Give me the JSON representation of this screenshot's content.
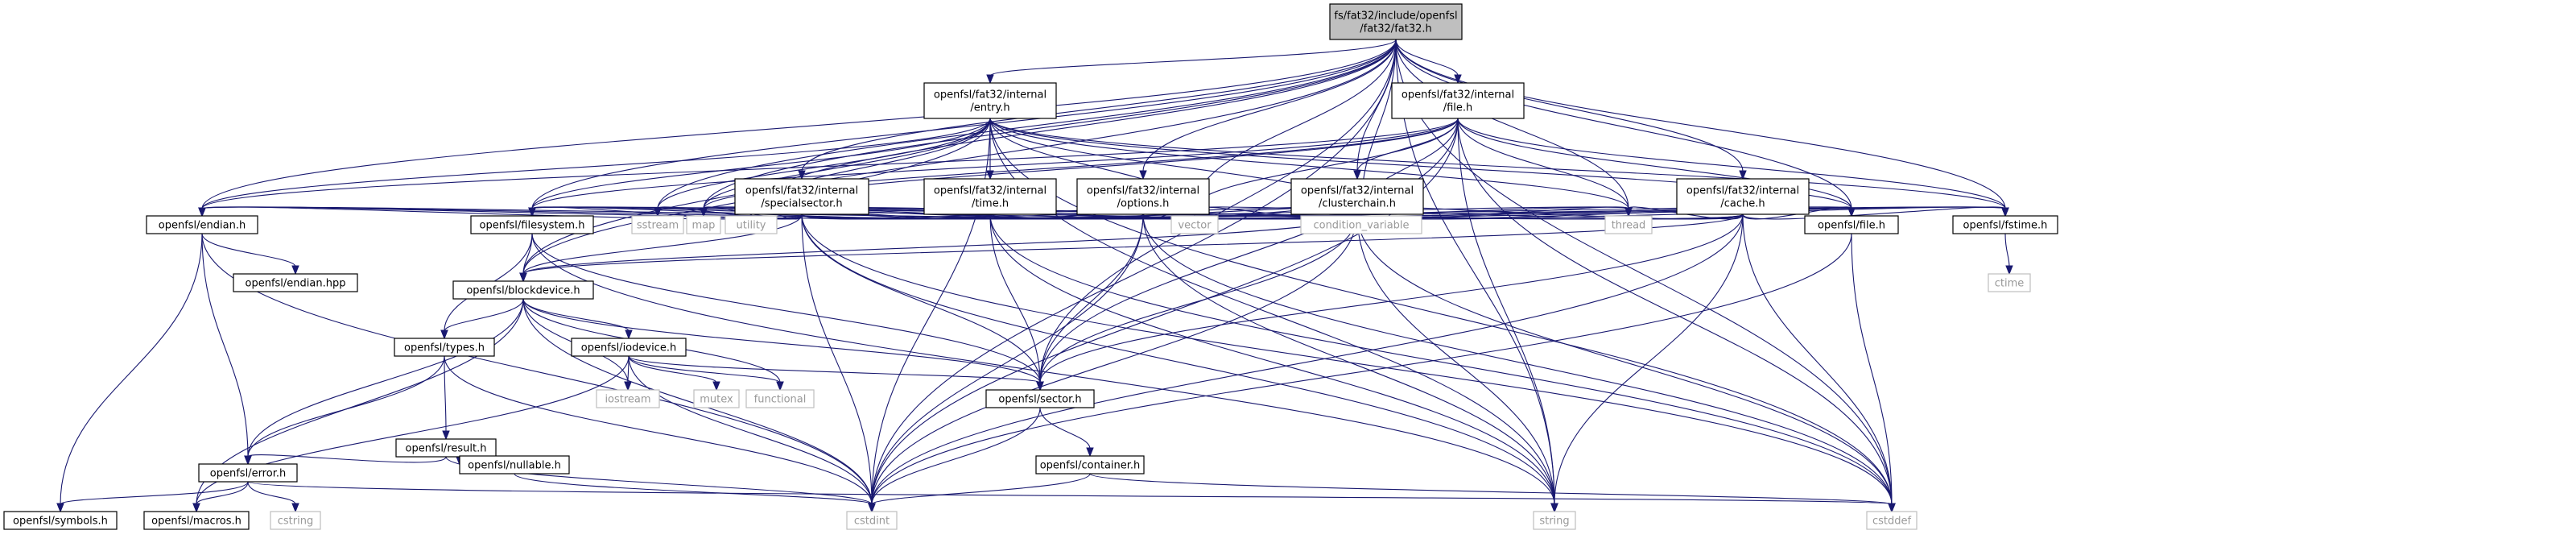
{
  "colors": {
    "root_fill": "#bfbfbf",
    "node_border": "#000000",
    "system_border": "#bfbfbf",
    "system_text": "#999999",
    "edge": "#191970"
  },
  "nodes": [
    {
      "id": "root",
      "kind": "root",
      "lines": [
        "fs/fat32/include/openfsl",
        "/fat32/fat32.h"
      ]
    },
    {
      "id": "entry",
      "kind": "project",
      "lines": [
        "openfsl/fat32/internal",
        "/entry.h"
      ]
    },
    {
      "id": "file_int",
      "kind": "project",
      "lines": [
        "openfsl/fat32/internal",
        "/file.h"
      ]
    },
    {
      "id": "specialsector",
      "kind": "project",
      "lines": [
        "openfsl/fat32/internal",
        "/specialsector.h"
      ]
    },
    {
      "id": "time_int",
      "kind": "project",
      "lines": [
        "openfsl/fat32/internal",
        "/time.h"
      ]
    },
    {
      "id": "options",
      "kind": "project",
      "lines": [
        "openfsl/fat32/internal",
        "/options.h"
      ]
    },
    {
      "id": "clusterchain",
      "kind": "project",
      "lines": [
        "openfsl/fat32/internal",
        "/clusterchain.h"
      ]
    },
    {
      "id": "cache",
      "kind": "project",
      "lines": [
        "openfsl/fat32/internal",
        "/cache.h"
      ]
    },
    {
      "id": "endian",
      "kind": "project",
      "lines": [
        "openfsl/endian.h"
      ]
    },
    {
      "id": "filesystem",
      "kind": "project",
      "lines": [
        "openfsl/filesystem.h"
      ]
    },
    {
      "id": "sstream",
      "kind": "system",
      "lines": [
        "sstream"
      ]
    },
    {
      "id": "map",
      "kind": "system",
      "lines": [
        "map"
      ]
    },
    {
      "id": "utility",
      "kind": "system",
      "lines": [
        "utility"
      ]
    },
    {
      "id": "vector",
      "kind": "system",
      "lines": [
        "vector"
      ]
    },
    {
      "id": "condvar",
      "kind": "system",
      "lines": [
        "condition_variable"
      ]
    },
    {
      "id": "thread",
      "kind": "system",
      "lines": [
        "thread"
      ]
    },
    {
      "id": "file",
      "kind": "project",
      "lines": [
        "openfsl/file.h"
      ]
    },
    {
      "id": "fstime",
      "kind": "project",
      "lines": [
        "openfsl/fstime.h"
      ]
    },
    {
      "id": "endianhpp",
      "kind": "project",
      "lines": [
        "openfsl/endian.hpp"
      ]
    },
    {
      "id": "ctime",
      "kind": "system",
      "lines": [
        "ctime"
      ]
    },
    {
      "id": "blockdevice",
      "kind": "project",
      "lines": [
        "openfsl/blockdevice.h"
      ]
    },
    {
      "id": "types",
      "kind": "project",
      "lines": [
        "openfsl/types.h"
      ]
    },
    {
      "id": "iodevice",
      "kind": "project",
      "lines": [
        "openfsl/iodevice.h"
      ]
    },
    {
      "id": "iostream",
      "kind": "system",
      "lines": [
        "iostream"
      ]
    },
    {
      "id": "mutex",
      "kind": "system",
      "lines": [
        "mutex"
      ]
    },
    {
      "id": "functional",
      "kind": "system",
      "lines": [
        "functional"
      ]
    },
    {
      "id": "sector",
      "kind": "project",
      "lines": [
        "openfsl/sector.h"
      ]
    },
    {
      "id": "result",
      "kind": "project",
      "lines": [
        "openfsl/result.h"
      ]
    },
    {
      "id": "container",
      "kind": "project",
      "lines": [
        "openfsl/container.h"
      ]
    },
    {
      "id": "nullable",
      "kind": "project",
      "lines": [
        "openfsl/nullable.h"
      ]
    },
    {
      "id": "error",
      "kind": "project",
      "lines": [
        "openfsl/error.h"
      ]
    },
    {
      "id": "symbols",
      "kind": "project",
      "lines": [
        "openfsl/symbols.h"
      ]
    },
    {
      "id": "macros",
      "kind": "project",
      "lines": [
        "openfsl/macros.h"
      ]
    },
    {
      "id": "cstring",
      "kind": "system",
      "lines": [
        "cstring"
      ]
    },
    {
      "id": "cstdint",
      "kind": "system",
      "lines": [
        "cstdint"
      ]
    },
    {
      "id": "string",
      "kind": "system",
      "lines": [
        "string"
      ]
    },
    {
      "id": "cstddef",
      "kind": "system",
      "lines": [
        "cstddef"
      ]
    }
  ],
  "edges": [
    [
      "root",
      "entry"
    ],
    [
      "root",
      "file_int"
    ],
    [
      "root",
      "specialsector"
    ],
    [
      "root",
      "options"
    ],
    [
      "root",
      "clusterchain"
    ],
    [
      "root",
      "cache"
    ],
    [
      "root",
      "endian"
    ],
    [
      "root",
      "filesystem"
    ],
    [
      "root",
      "sstream"
    ],
    [
      "root",
      "map"
    ],
    [
      "root",
      "utility"
    ],
    [
      "root",
      "vector"
    ],
    [
      "root",
      "condvar"
    ],
    [
      "root",
      "thread"
    ],
    [
      "root",
      "file"
    ],
    [
      "root",
      "fstime"
    ],
    [
      "root",
      "blockdevice"
    ],
    [
      "root",
      "sector"
    ],
    [
      "root",
      "cstdint"
    ],
    [
      "root",
      "string"
    ],
    [
      "root",
      "cstddef"
    ],
    [
      "entry",
      "time_int"
    ],
    [
      "entry",
      "endian"
    ],
    [
      "entry",
      "filesystem"
    ],
    [
      "entry",
      "sstream"
    ],
    [
      "entry",
      "map"
    ],
    [
      "entry",
      "utility"
    ],
    [
      "entry",
      "vector"
    ],
    [
      "entry",
      "condvar"
    ],
    [
      "entry",
      "thread"
    ],
    [
      "entry",
      "file"
    ],
    [
      "entry",
      "fstime"
    ],
    [
      "entry",
      "blockdevice"
    ],
    [
      "entry",
      "cstdint"
    ],
    [
      "entry",
      "string"
    ],
    [
      "entry",
      "cstddef"
    ],
    [
      "file_int",
      "clusterchain"
    ],
    [
      "file_int",
      "endian"
    ],
    [
      "file_int",
      "filesystem"
    ],
    [
      "file_int",
      "map"
    ],
    [
      "file_int",
      "utility"
    ],
    [
      "file_int",
      "vector"
    ],
    [
      "file_int",
      "condvar"
    ],
    [
      "file_int",
      "thread"
    ],
    [
      "file_int",
      "file"
    ],
    [
      "file_int",
      "fstime"
    ],
    [
      "file_int",
      "sector"
    ],
    [
      "file_int",
      "cstdint"
    ],
    [
      "file_int",
      "string"
    ],
    [
      "file_int",
      "cstddef"
    ],
    [
      "specialsector",
      "endian"
    ],
    [
      "specialsector",
      "filesystem"
    ],
    [
      "specialsector",
      "sstream"
    ],
    [
      "specialsector",
      "map"
    ],
    [
      "specialsector",
      "utility"
    ],
    [
      "specialsector",
      "vector"
    ],
    [
      "specialsector",
      "condvar"
    ],
    [
      "specialsector",
      "thread"
    ],
    [
      "specialsector",
      "file"
    ],
    [
      "specialsector",
      "fstime"
    ],
    [
      "specialsector",
      "blockdevice"
    ],
    [
      "specialsector",
      "sector"
    ],
    [
      "specialsector",
      "cstdint"
    ],
    [
      "specialsector",
      "string"
    ],
    [
      "specialsector",
      "cstddef"
    ],
    [
      "time_int",
      "endian"
    ],
    [
      "time_int",
      "filesystem"
    ],
    [
      "time_int",
      "map"
    ],
    [
      "time_int",
      "utility"
    ],
    [
      "time_int",
      "vector"
    ],
    [
      "time_int",
      "condvar"
    ],
    [
      "time_int",
      "fstime"
    ],
    [
      "time_int",
      "sector"
    ],
    [
      "time_int",
      "string"
    ],
    [
      "time_int",
      "cstddef"
    ],
    [
      "options",
      "endian"
    ],
    [
      "options",
      "filesystem"
    ],
    [
      "options",
      "map"
    ],
    [
      "options",
      "utility"
    ],
    [
      "options",
      "vector"
    ],
    [
      "options",
      "condvar"
    ],
    [
      "options",
      "thread"
    ],
    [
      "options",
      "file"
    ],
    [
      "options",
      "fstime"
    ],
    [
      "options",
      "sector"
    ],
    [
      "options",
      "cstdint"
    ],
    [
      "options",
      "string"
    ],
    [
      "options",
      "cstddef"
    ],
    [
      "clusterchain",
      "endian"
    ],
    [
      "clusterchain",
      "filesystem"
    ],
    [
      "clusterchain",
      "map"
    ],
    [
      "clusterchain",
      "utility"
    ],
    [
      "clusterchain",
      "vector"
    ],
    [
      "clusterchain",
      "condvar"
    ],
    [
      "clusterchain",
      "thread"
    ],
    [
      "clusterchain",
      "file"
    ],
    [
      "clusterchain",
      "fstime"
    ],
    [
      "clusterchain",
      "blockdevice"
    ],
    [
      "clusterchain",
      "sector"
    ],
    [
      "clusterchain",
      "cstdint"
    ],
    [
      "clusterchain",
      "string"
    ],
    [
      "clusterchain",
      "cstddef"
    ],
    [
      "cache",
      "filesystem"
    ],
    [
      "cache",
      "map"
    ],
    [
      "cache",
      "utility"
    ],
    [
      "cache",
      "vector"
    ],
    [
      "cache",
      "condvar"
    ],
    [
      "cache",
      "thread"
    ],
    [
      "cache",
      "file"
    ],
    [
      "cache",
      "fstime"
    ],
    [
      "cache",
      "blockdevice"
    ],
    [
      "cache",
      "sector"
    ],
    [
      "cache",
      "cstdint"
    ],
    [
      "cache",
      "string"
    ],
    [
      "cache",
      "cstddef"
    ],
    [
      "endian",
      "endianhpp"
    ],
    [
      "endian",
      "symbols"
    ],
    [
      "endian",
      "error"
    ],
    [
      "endian",
      "cstdint"
    ],
    [
      "filesystem",
      "blockdevice"
    ],
    [
      "filesystem",
      "types"
    ],
    [
      "filesystem",
      "sector"
    ],
    [
      "filesystem",
      "string"
    ],
    [
      "file",
      "cstdint"
    ],
    [
      "file",
      "cstddef"
    ],
    [
      "fstime",
      "ctime"
    ],
    [
      "blockdevice",
      "types"
    ],
    [
      "blockdevice",
      "iodevice"
    ],
    [
      "blockdevice",
      "iostream"
    ],
    [
      "blockdevice",
      "functional"
    ],
    [
      "blockdevice",
      "sector"
    ],
    [
      "blockdevice",
      "error"
    ],
    [
      "blockdevice",
      "macros"
    ],
    [
      "blockdevice",
      "cstdint"
    ],
    [
      "types",
      "result"
    ],
    [
      "types",
      "error"
    ],
    [
      "types",
      "cstdint"
    ],
    [
      "iodevice",
      "iostream"
    ],
    [
      "iodevice",
      "mutex"
    ],
    [
      "iodevice",
      "functional"
    ],
    [
      "iodevice",
      "sector"
    ],
    [
      "iodevice",
      "macros"
    ],
    [
      "iodevice",
      "cstdint"
    ],
    [
      "sector",
      "container"
    ],
    [
      "sector",
      "cstdint"
    ],
    [
      "result",
      "nullable"
    ],
    [
      "result",
      "error"
    ],
    [
      "result",
      "cstdint"
    ],
    [
      "container",
      "cstdint"
    ],
    [
      "container",
      "cstddef"
    ],
    [
      "nullable",
      "cstdint"
    ],
    [
      "error",
      "symbols"
    ],
    [
      "error",
      "macros"
    ],
    [
      "error",
      "cstring"
    ],
    [
      "error",
      "cstddef"
    ]
  ]
}
